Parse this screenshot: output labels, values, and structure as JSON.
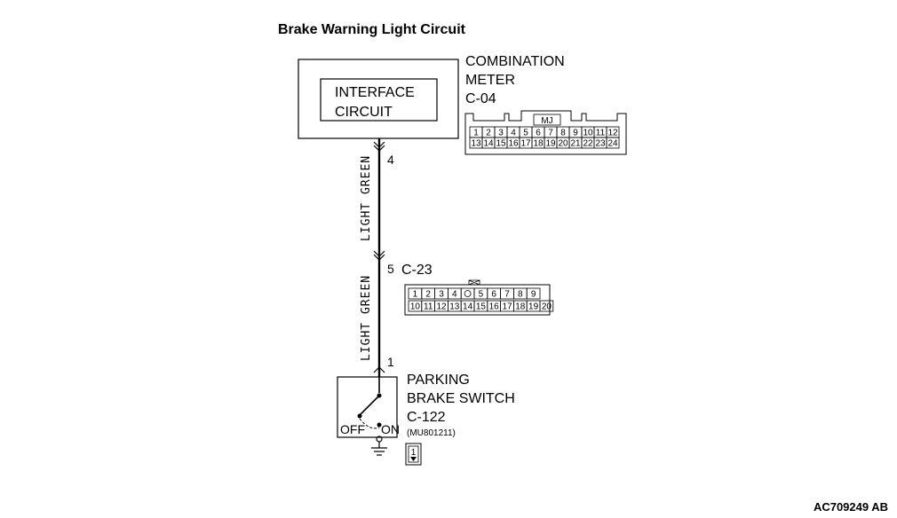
{
  "title": "Brake Warning Light Circuit",
  "combination_meter": {
    "line1": "COMBINATION",
    "line2": "METER",
    "connector": "C-04",
    "tag": "MJ",
    "row1": [
      "1",
      "2",
      "3",
      "4",
      "5",
      "6",
      "7",
      "8",
      "9",
      "10",
      "11",
      "12"
    ],
    "row2": [
      "13",
      "14",
      "15",
      "16",
      "17",
      "18",
      "19",
      "20",
      "21",
      "22",
      "23",
      "24"
    ]
  },
  "interface_circuit": {
    "line1": "INTERFACE",
    "line2": "CIRCUIT"
  },
  "wire_upper": {
    "pin": "4",
    "color": "LIGHT GREEN"
  },
  "wire_lower": {
    "pin_top": "5",
    "pin_bottom": "1",
    "color": "LIGHT GREEN"
  },
  "connector_c23": {
    "label": "C-23",
    "row1": [
      "1",
      "2",
      "3",
      "4",
      "",
      "5",
      "6",
      "7",
      "8",
      "9"
    ],
    "row2": [
      "10",
      "11",
      "12",
      "13",
      "14",
      "15",
      "16",
      "17",
      "18",
      "19",
      "20"
    ]
  },
  "parking_brake_switch": {
    "line1": "PARKING",
    "line2": "BRAKE SWITCH",
    "connector": "C-122",
    "part": "(MU801211)",
    "off": "OFF",
    "on": "ON",
    "terminal": "1"
  },
  "figure_code": "AC709249 AB"
}
